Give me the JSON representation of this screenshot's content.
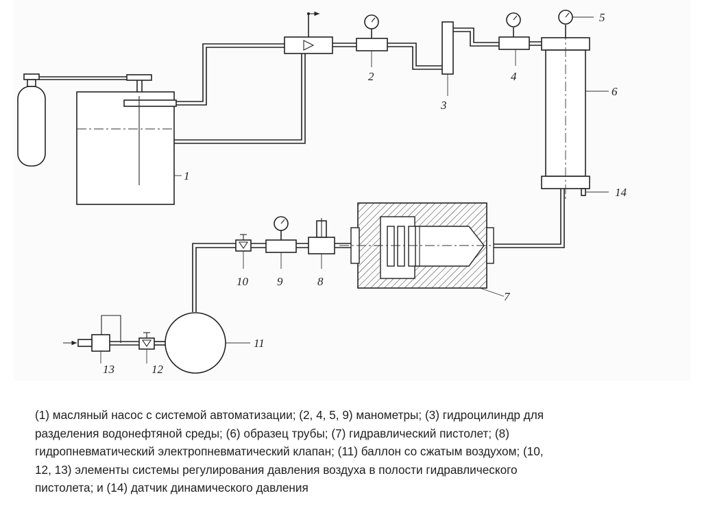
{
  "diagram": {
    "labels": {
      "l1": "1",
      "l2": "2",
      "l3": "3",
      "l4": "4",
      "l5": "5",
      "l6": "6",
      "l7": "7",
      "l8": "8",
      "l9": "9",
      "l10": "10",
      "l11": "11",
      "l12": "12",
      "l13": "13",
      "l14": "14"
    }
  },
  "caption": {
    "lines": [
      "(1) масляный насос с системой автоматизации; (2, 4, 5, 9) манометры; (3) гидроцилиндр для",
      "разделения водонефтяной среды; (6) образец трубы; (7) гидравлический пистолет; (8)",
      "гидропневматический электропневматический клапан; (11) баллон со сжатым воздухом; (10,",
      "12, 13) элементы системы регулирования давления воздуха в полости гидравлического",
      "пистолета; и (14) датчик динамического давления"
    ]
  }
}
